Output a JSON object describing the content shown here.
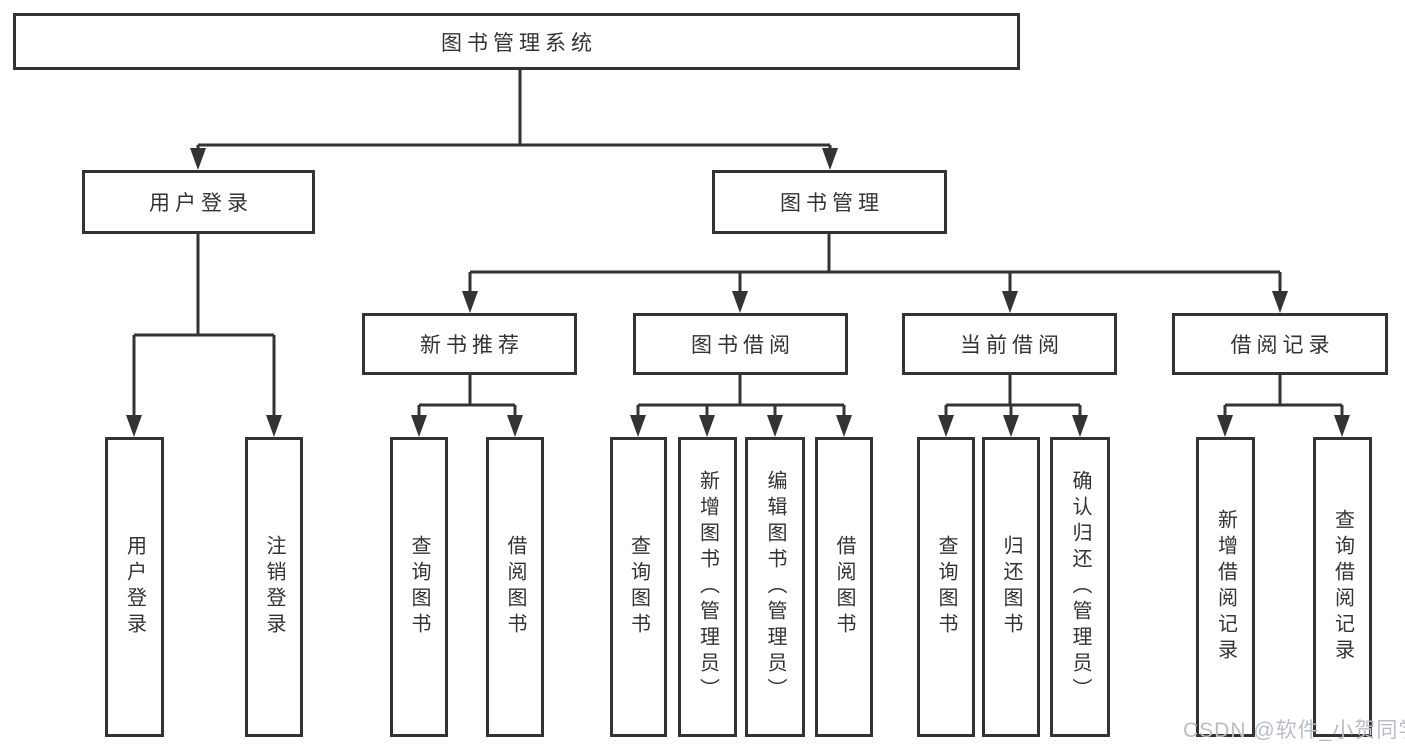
{
  "diagram": {
    "title": "图书管理系统",
    "root": "图书管理系统",
    "level2": {
      "user_login": "用户登录",
      "book_management": "图书管理"
    },
    "level3": {
      "new_book_recommend": "新书推荐",
      "book_borrowing": "图书借阅",
      "current_borrowing": "当前借阅",
      "borrowing_records": "借阅记录"
    },
    "leaves": {
      "login_user_login": "用户登录",
      "login_logout": "注销登录",
      "recommend_query_books": "查询图书",
      "recommend_borrow_books": "借阅图书",
      "borrowing_query_books": "查询图书",
      "borrowing_add_books_admin": "新增图书（管理员）",
      "borrowing_edit_books_admin": "编辑图书（管理员）",
      "borrowing_borrow_books": "借阅图书",
      "current_query_books": "查询图书",
      "current_return_books": "归还图书",
      "current_confirm_return_admin": "确认归还（管理员）",
      "records_add_record": "新增借阅记录",
      "records_query_record": "查询借阅记录"
    }
  },
  "watermark": "CSDN @软件_小贺同学",
  "colors": {
    "line": "#333333",
    "text": "#333333",
    "box_fill": "#ffffff",
    "background": "#ffffff",
    "watermark": "#b9bec4"
  }
}
